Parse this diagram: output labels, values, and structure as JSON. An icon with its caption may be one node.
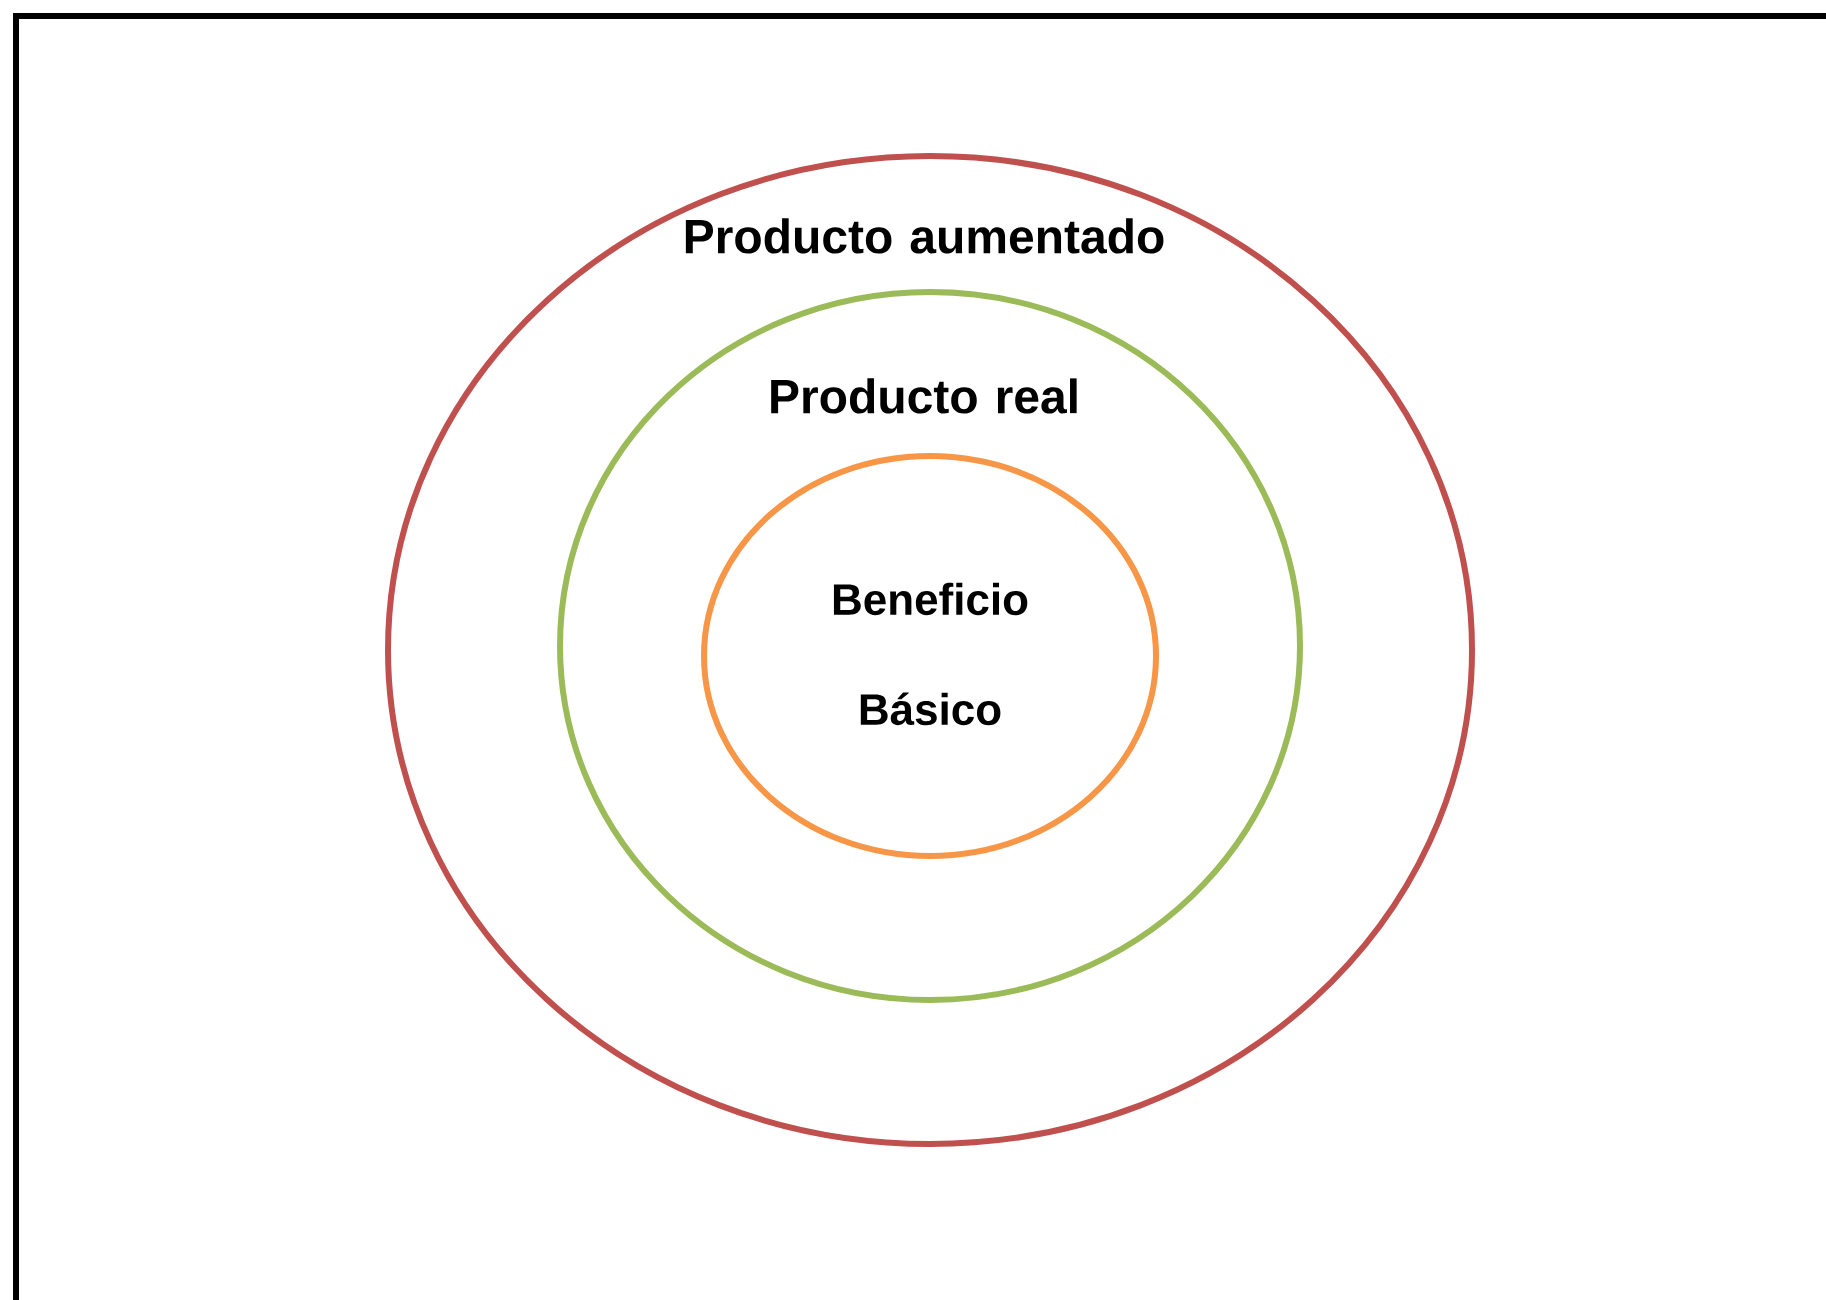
{
  "diagram": {
    "nodes": [
      {
        "text": [
          "Producto aumentado"
        ]
      },
      {
        "text": [
          "Producto real"
        ],
        "in": 0
      },
      {
        "text": [
          "Beneficio Básico"
        ],
        "in": 1
      }
    ]
  }
}
